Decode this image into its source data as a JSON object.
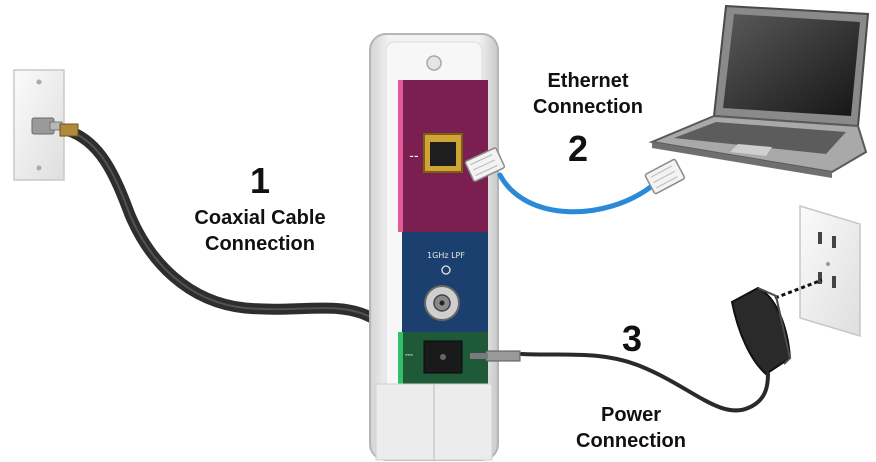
{
  "steps": [
    {
      "number": "1",
      "caption_line1": "Coaxial Cable",
      "caption_line2": "Connection"
    },
    {
      "number": "2",
      "caption_line1": "Ethernet",
      "caption_line2": "Connection"
    },
    {
      "number": "3",
      "caption_line1": "Power",
      "caption_line2": "Connection"
    }
  ],
  "modem": {
    "port_label": "1GHz LPF"
  },
  "colors": {
    "ethernet_panel": "#7a1f4f",
    "coax_panel": "#1b3f6e",
    "power_panel": "#1f5a38",
    "ethernet_cable": "#2a8ad8",
    "coax_cable": "#2e2e2e"
  }
}
